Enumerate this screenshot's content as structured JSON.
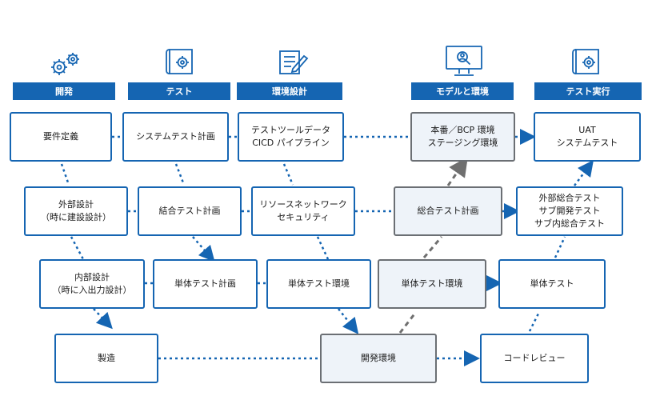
{
  "headers": [
    "開発",
    "テスト",
    "環境設計",
    "モデルと環境",
    "テスト実行"
  ],
  "icons": [
    "gears-icon",
    "settings-document-icon",
    "edit-document-icon",
    "search-monitor-icon",
    "settings-document-icon"
  ],
  "boxes": {
    "b1": "要件定義",
    "b2": "システムテスト計画",
    "b3": "テストツールデータ\nCICD パイプライン",
    "b4": "本番／BCP 環境\nステージング環境",
    "b5": "UAT\nシステムテスト",
    "b6": "外部設計\n（時に建設設計）",
    "b7": "結合テスト計画",
    "b8": "リソースネットワーク\nセキュリティ",
    "b9": "総合テスト計画",
    "b10": "外部総合テスト\nサブ開発テスト\nサブ内総合テスト",
    "b11": "内部設計\n（時に入出力設計）",
    "b12": "単体テスト計画",
    "b13": "単体テスト環境",
    "b14": "単体テスト環境",
    "b15": "単体テスト",
    "b16": "製造",
    "b17": "開発環境",
    "b18": "コードレビュー"
  },
  "colors": {
    "accent": "#1565b2",
    "gray_border": "#6b6f74",
    "gray_fill": "#eef3f9",
    "gray_line": "#6f6f6f"
  }
}
